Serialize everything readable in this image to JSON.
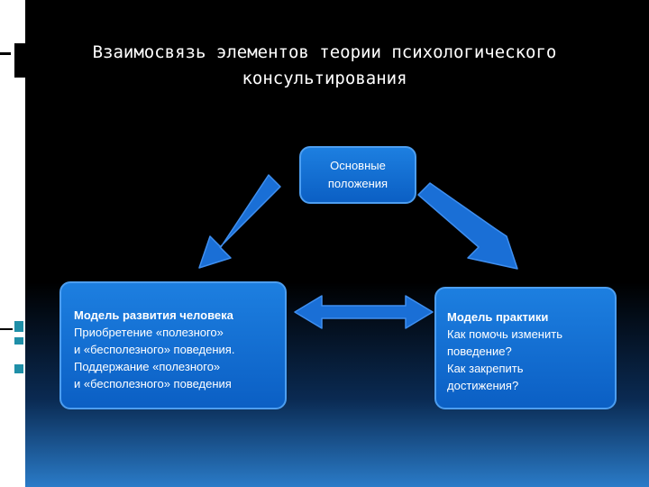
{
  "title": {
    "line1": "Взаимосвязь элементов теории психологического",
    "line2": "консультирования"
  },
  "top_box": {
    "line1": "Основные",
    "line2": "положения"
  },
  "left_box": {
    "heading": "Модель развития человека",
    "line1": "Приобретение «полезного»",
    "line2": "и «бесполезного» поведения.",
    "line3": "Поддержание «полезного»",
    "line4": "и «бесполезного» поведения"
  },
  "right_box": {
    "heading": "Модель практики",
    "line1": "Как помочь изменить",
    "line2": "поведение?",
    "line3": "Как закрепить",
    "line4": "достижения?"
  },
  "colors": {
    "box_fill": "#1171d8",
    "arrow_fill": "#1a6fd6",
    "background": "#000000"
  }
}
